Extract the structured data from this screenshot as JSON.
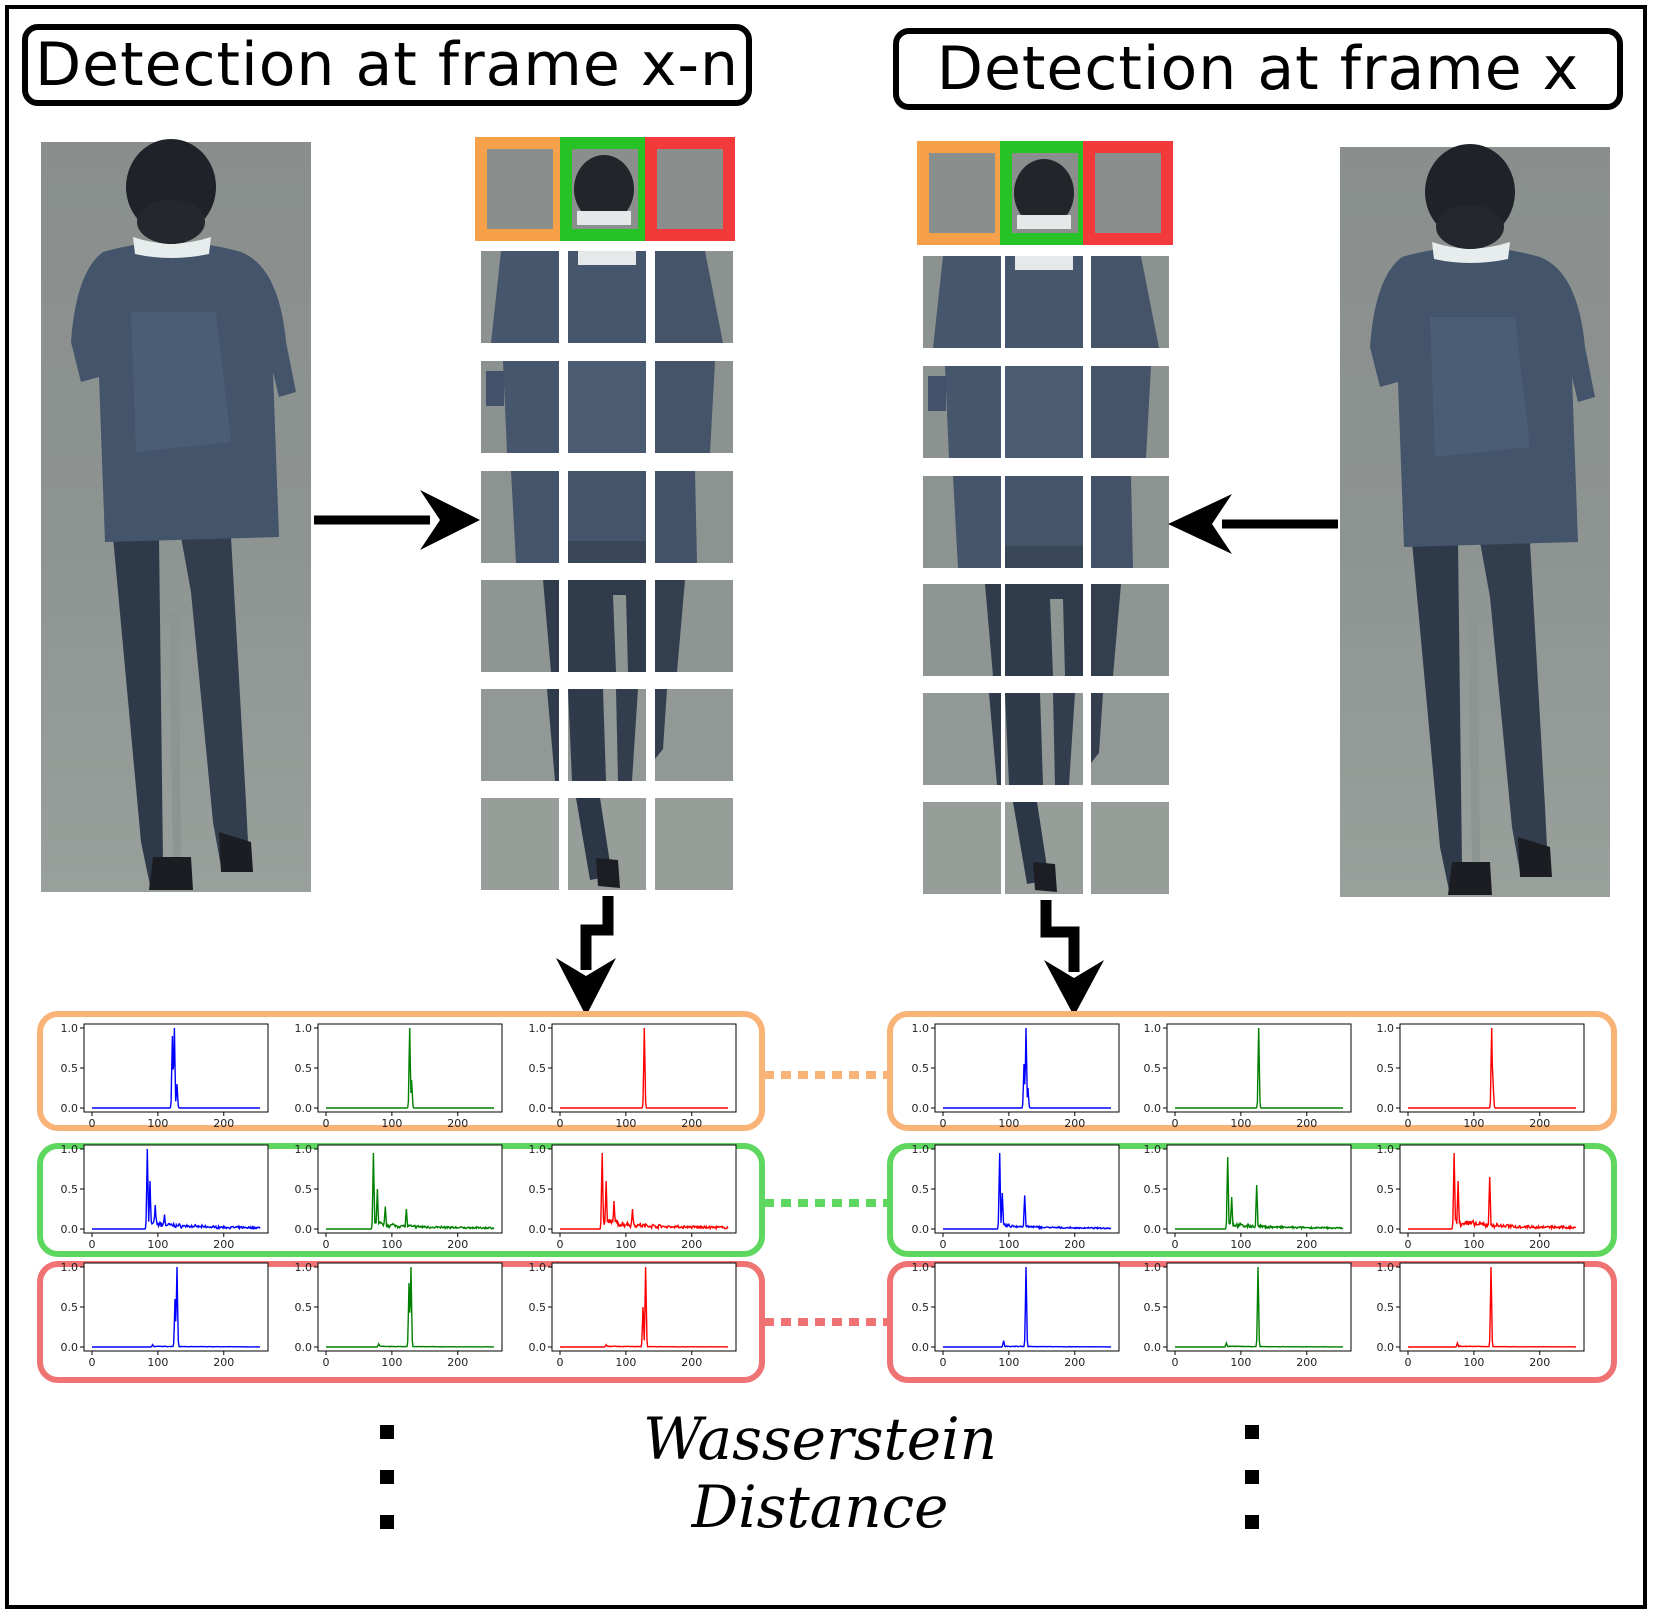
{
  "titles": {
    "left": "Detection at frame x-n",
    "right": "Detection at frame x"
  },
  "center_label": {
    "line1": "Wasserstein",
    "line2": "Distance"
  },
  "colors": {
    "region_top": "#F7A04A",
    "region_mid": "#26C226",
    "region_bot": "#F23A3A",
    "row_orange": "#F9B377",
    "row_green": "#5DD75D",
    "row_red": "#F07373",
    "hist_blue": "#0000FF",
    "hist_green": "#008000",
    "hist_red": "#FF0000"
  },
  "histogram_axes": {
    "y_ticks": [
      "0.0",
      "0.5",
      "1.0"
    ],
    "x_ticks": [
      "0",
      "100",
      "200"
    ]
  },
  "histogram_rows": [
    {
      "row": "orange",
      "left": [
        {
          "channel": "blue",
          "peaks": [
            [
              125,
              1.0
            ],
            [
              122,
              0.9
            ],
            [
              129,
              0.3
            ]
          ],
          "noise": 0.0
        },
        {
          "channel": "green",
          "peaks": [
            [
              127,
              1.0
            ],
            [
              130,
              0.35
            ]
          ],
          "noise": 0.0
        },
        {
          "channel": "red",
          "peaks": [
            [
              128,
              1.0
            ]
          ],
          "noise": 0.0
        }
      ],
      "right": [
        {
          "channel": "blue",
          "peaks": [
            [
              126,
              1.0
            ],
            [
              123,
              0.55
            ],
            [
              129,
              0.25
            ]
          ],
          "noise": 0.0
        },
        {
          "channel": "green",
          "peaks": [
            [
              127,
              1.0
            ]
          ],
          "noise": 0.0
        },
        {
          "channel": "red",
          "peaks": [
            [
              127,
              1.0
            ],
            [
              129,
              0.35
            ]
          ],
          "noise": 0.0
        }
      ]
    },
    {
      "row": "green",
      "left": [
        {
          "channel": "blue",
          "peaks": [
            [
              84,
              1.0
            ],
            [
              88,
              0.6
            ],
            [
              96,
              0.3
            ],
            [
              110,
              0.18
            ]
          ],
          "noise": 0.08
        },
        {
          "channel": "green",
          "peaks": [
            [
              72,
              0.95
            ],
            [
              78,
              0.5
            ],
            [
              90,
              0.28
            ],
            [
              122,
              0.25
            ]
          ],
          "noise": 0.07
        },
        {
          "channel": "red",
          "peaks": [
            [
              64,
              0.95
            ],
            [
              70,
              0.6
            ],
            [
              82,
              0.35
            ],
            [
              110,
              0.25
            ]
          ],
          "noise": 0.1
        }
      ],
      "right": [
        {
          "channel": "blue",
          "peaks": [
            [
              86,
              0.95
            ],
            [
              90,
              0.45
            ],
            [
              124,
              0.42
            ]
          ],
          "noise": 0.05
        },
        {
          "channel": "green",
          "peaks": [
            [
              80,
              0.9
            ],
            [
              86,
              0.4
            ],
            [
              124,
              0.55
            ]
          ],
          "noise": 0.06
        },
        {
          "channel": "red",
          "peaks": [
            [
              70,
              0.95
            ],
            [
              76,
              0.6
            ],
            [
              124,
              0.65
            ]
          ],
          "noise": 0.1
        }
      ]
    },
    {
      "row": "red",
      "left": [
        {
          "channel": "blue",
          "peaks": [
            [
              129,
              1.0
            ],
            [
              126,
              0.6
            ],
            [
              92,
              0.03
            ]
          ],
          "noise": 0.01
        },
        {
          "channel": "green",
          "peaks": [
            [
              129,
              1.0
            ],
            [
              126,
              0.8
            ],
            [
              80,
              0.04
            ]
          ],
          "noise": 0.01
        },
        {
          "channel": "red",
          "peaks": [
            [
              130,
              1.0
            ],
            [
              126,
              0.5
            ],
            [
              70,
              0.03
            ]
          ],
          "noise": 0.01
        }
      ],
      "right": [
        {
          "channel": "blue",
          "peaks": [
            [
              126,
              1.0
            ],
            [
              92,
              0.08
            ]
          ],
          "noise": 0.01
        },
        {
          "channel": "green",
          "peaks": [
            [
              126,
              1.0
            ],
            [
              78,
              0.05
            ]
          ],
          "noise": 0.01
        },
        {
          "channel": "red",
          "peaks": [
            [
              126,
              1.0
            ],
            [
              75,
              0.05
            ]
          ],
          "noise": 0.01
        }
      ]
    }
  ]
}
